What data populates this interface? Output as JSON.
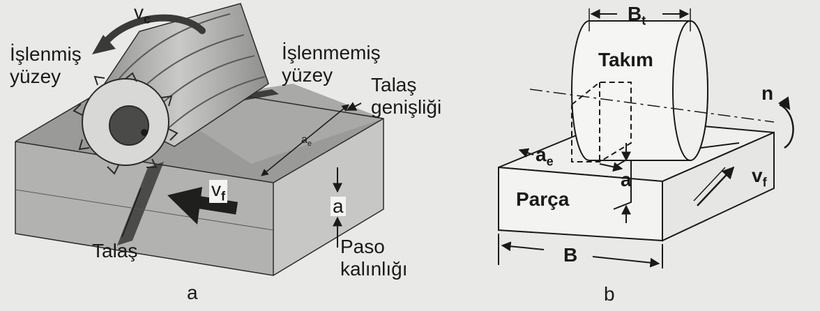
{
  "figure_a": {
    "caption": "a",
    "labels": {
      "vc": "v",
      "vc_sub": "c",
      "machined_surface": [
        "İşlenmiş",
        "yüzey"
      ],
      "unmachined_surface": [
        "İşlenmemiş",
        "yüzey"
      ],
      "chip_width": [
        "Talaş",
        "genişliği"
      ],
      "ae": "a",
      "ae_sub": "e",
      "vf": "v",
      "vf_sub": "f",
      "a": "a",
      "chip": "Talaş",
      "pass_thickness": [
        "Paso",
        "kalınlığı"
      ]
    }
  },
  "figure_b": {
    "caption": "b",
    "labels": {
      "bt": "B",
      "bt_sub": "t",
      "tool": "Takım",
      "n": "n",
      "ae": "a",
      "ae_sub": "e",
      "a": "a",
      "part": "Parça",
      "vf": "v",
      "vf_sub": "f",
      "b": "B"
    }
  },
  "colors": {
    "background": "#e9e9e7",
    "ink": "#1a1a1a",
    "block_top": "#9a9a98",
    "block_front": "#b2b2b0",
    "block_side": "#c7c7c5",
    "cutter": "#a8a8a6"
  }
}
